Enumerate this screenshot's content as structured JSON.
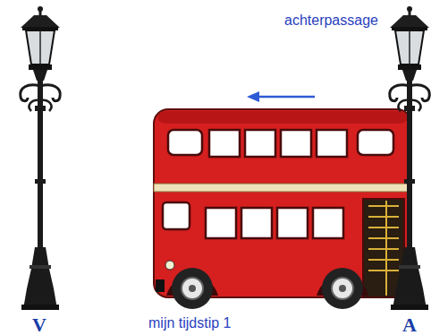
{
  "diagram": {
    "labels": [
      "achterpassage",
      "mijn tijdstip 1",
      "V",
      "A"
    ]
  }
}
